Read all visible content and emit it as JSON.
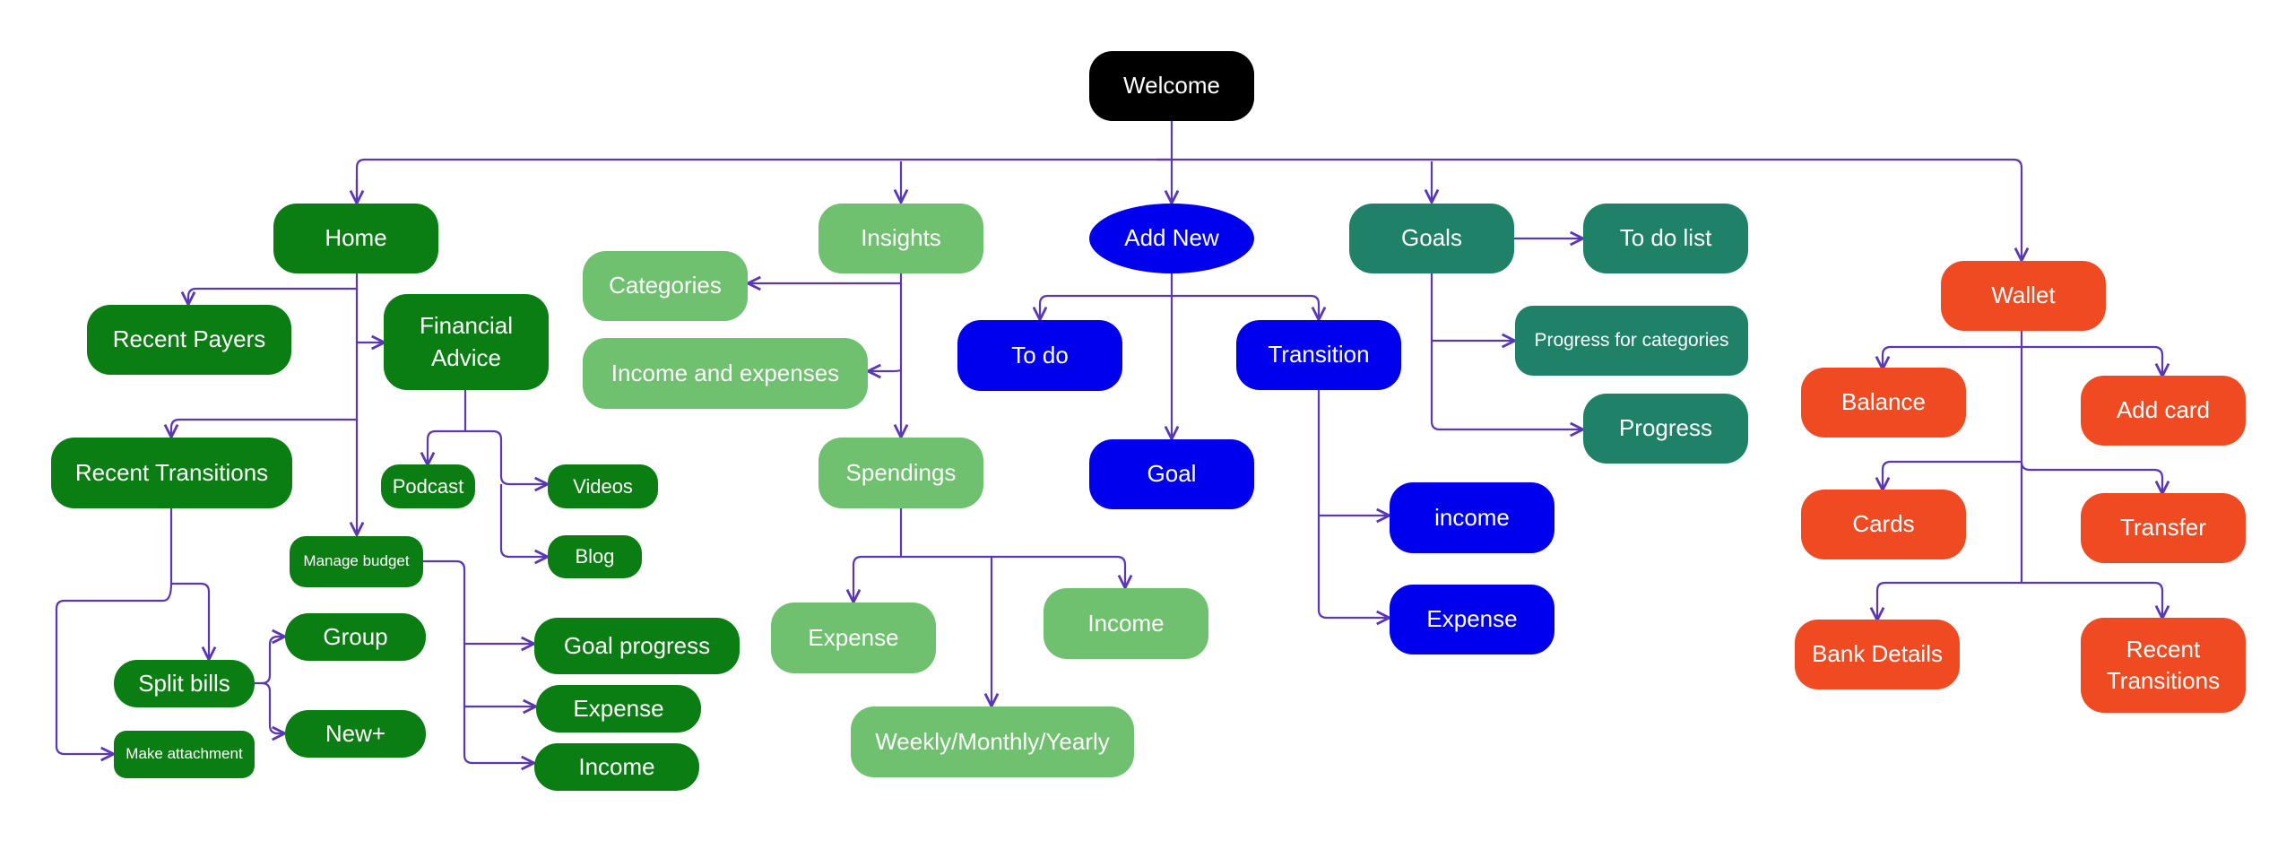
{
  "colors": {
    "connector": "#5a36b8",
    "root": "#000000",
    "home_branch": "#0a7e12",
    "insights_branch": "#6fc06f",
    "add_new_branch": "#0000ee",
    "goals_branch": "#1f8268",
    "wallet_branch": "#f04a22",
    "text": "#ffffff"
  },
  "nodes": {
    "welcome": "Welcome",
    "home": "Home",
    "recent_payers": "Recent Payers",
    "financial_advice": "Financial Advice",
    "recent_transitions_home": "Recent Transitions",
    "podcast": "Podcast",
    "videos": "Videos",
    "blog": "Blog",
    "manage_budget": "Manage budget",
    "split_bills": "Split bills",
    "group": "Group",
    "new_plus": "New+",
    "make_attachment": "Make attachment",
    "goal_progress": "Goal progress",
    "expense_home": "Expense",
    "income_home": "Income",
    "insights": "Insights",
    "categories": "Categories",
    "income_and_expenses": "Income and expenses",
    "spendings": "Spendings",
    "expense_spendings": "Expense",
    "income_spendings": "Income",
    "weekly_monthly_yearly": "Weekly/Monthly/Yearly",
    "add_new": "Add New",
    "to_do": "To do",
    "transition": "Transition",
    "goal": "Goal",
    "income_transition": "income",
    "expense_transition": "Expense",
    "goals": "Goals",
    "to_do_list": "To do list",
    "progress_for_categories": "Progress for categories",
    "progress": "Progress",
    "wallet": "Wallet",
    "balance": "Balance",
    "add_card": "Add card",
    "cards": "Cards",
    "transfer": "Transfer",
    "bank_details": "Bank Details",
    "recent_transitions_wallet": "Recent Transitions"
  }
}
